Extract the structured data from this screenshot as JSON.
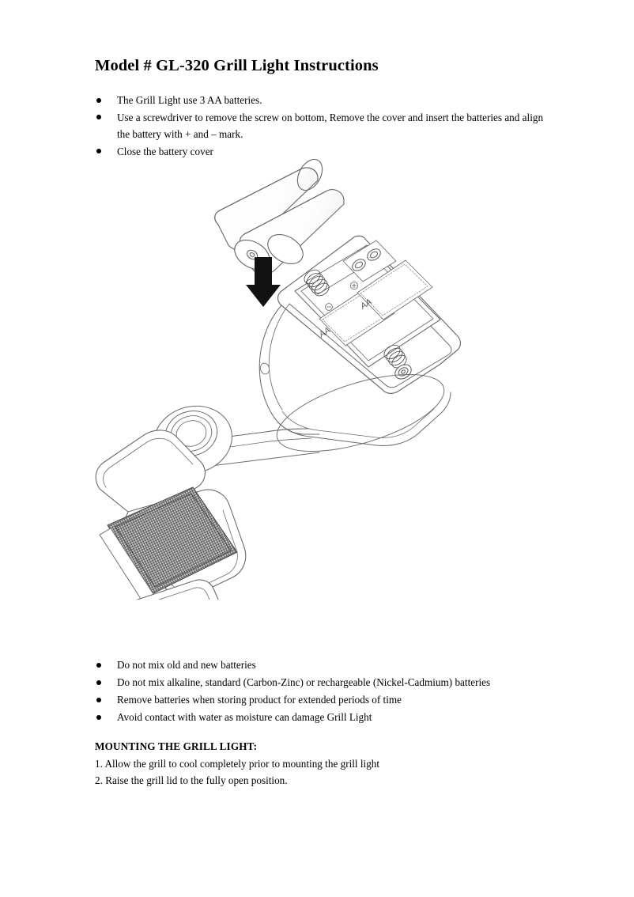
{
  "document": {
    "title": "Model # GL-320 Grill Light Instructions"
  },
  "intro_instructions": {
    "items": [
      {
        "text": "The Grill Light use 3 AA batteries."
      },
      {
        "text": "Use a screwdriver to remove the screw on bottom, Remove the cover and insert the batteries and align the battery with + and – mark."
      },
      {
        "text": "Close the battery cover"
      }
    ]
  },
  "figure": {
    "caption": "",
    "parts": {
      "batteries_label": "AA",
      "battery_count": 2,
      "arrow_direction": "down",
      "housing": "grill light battery compartment",
      "clamp": "spring clamp with textured grip pad"
    }
  },
  "cautions": {
    "items": [
      {
        "text": "Do not mix old and new batteries"
      },
      {
        "text": "Do not mix alkaline, standard (Carbon-Zinc) or rechargeable (Nickel-Cadmium) batteries"
      },
      {
        "text": "Remove batteries when storing product for extended periods of time"
      },
      {
        "text": "Avoid contact with water as moisture can damage Grill Light"
      }
    ]
  },
  "mounting": {
    "heading": "MOUNTING THE GRILL LIGHT:",
    "steps": [
      {
        "text": "1. Allow the grill to cool completely prior to mounting the grill light"
      },
      {
        "text": "2. Raise the grill lid to the fully open position."
      }
    ]
  },
  "colors": {
    "text": "#000000",
    "page_background": "#ffffff",
    "line_art": "#666666",
    "arrow": "#111111"
  }
}
